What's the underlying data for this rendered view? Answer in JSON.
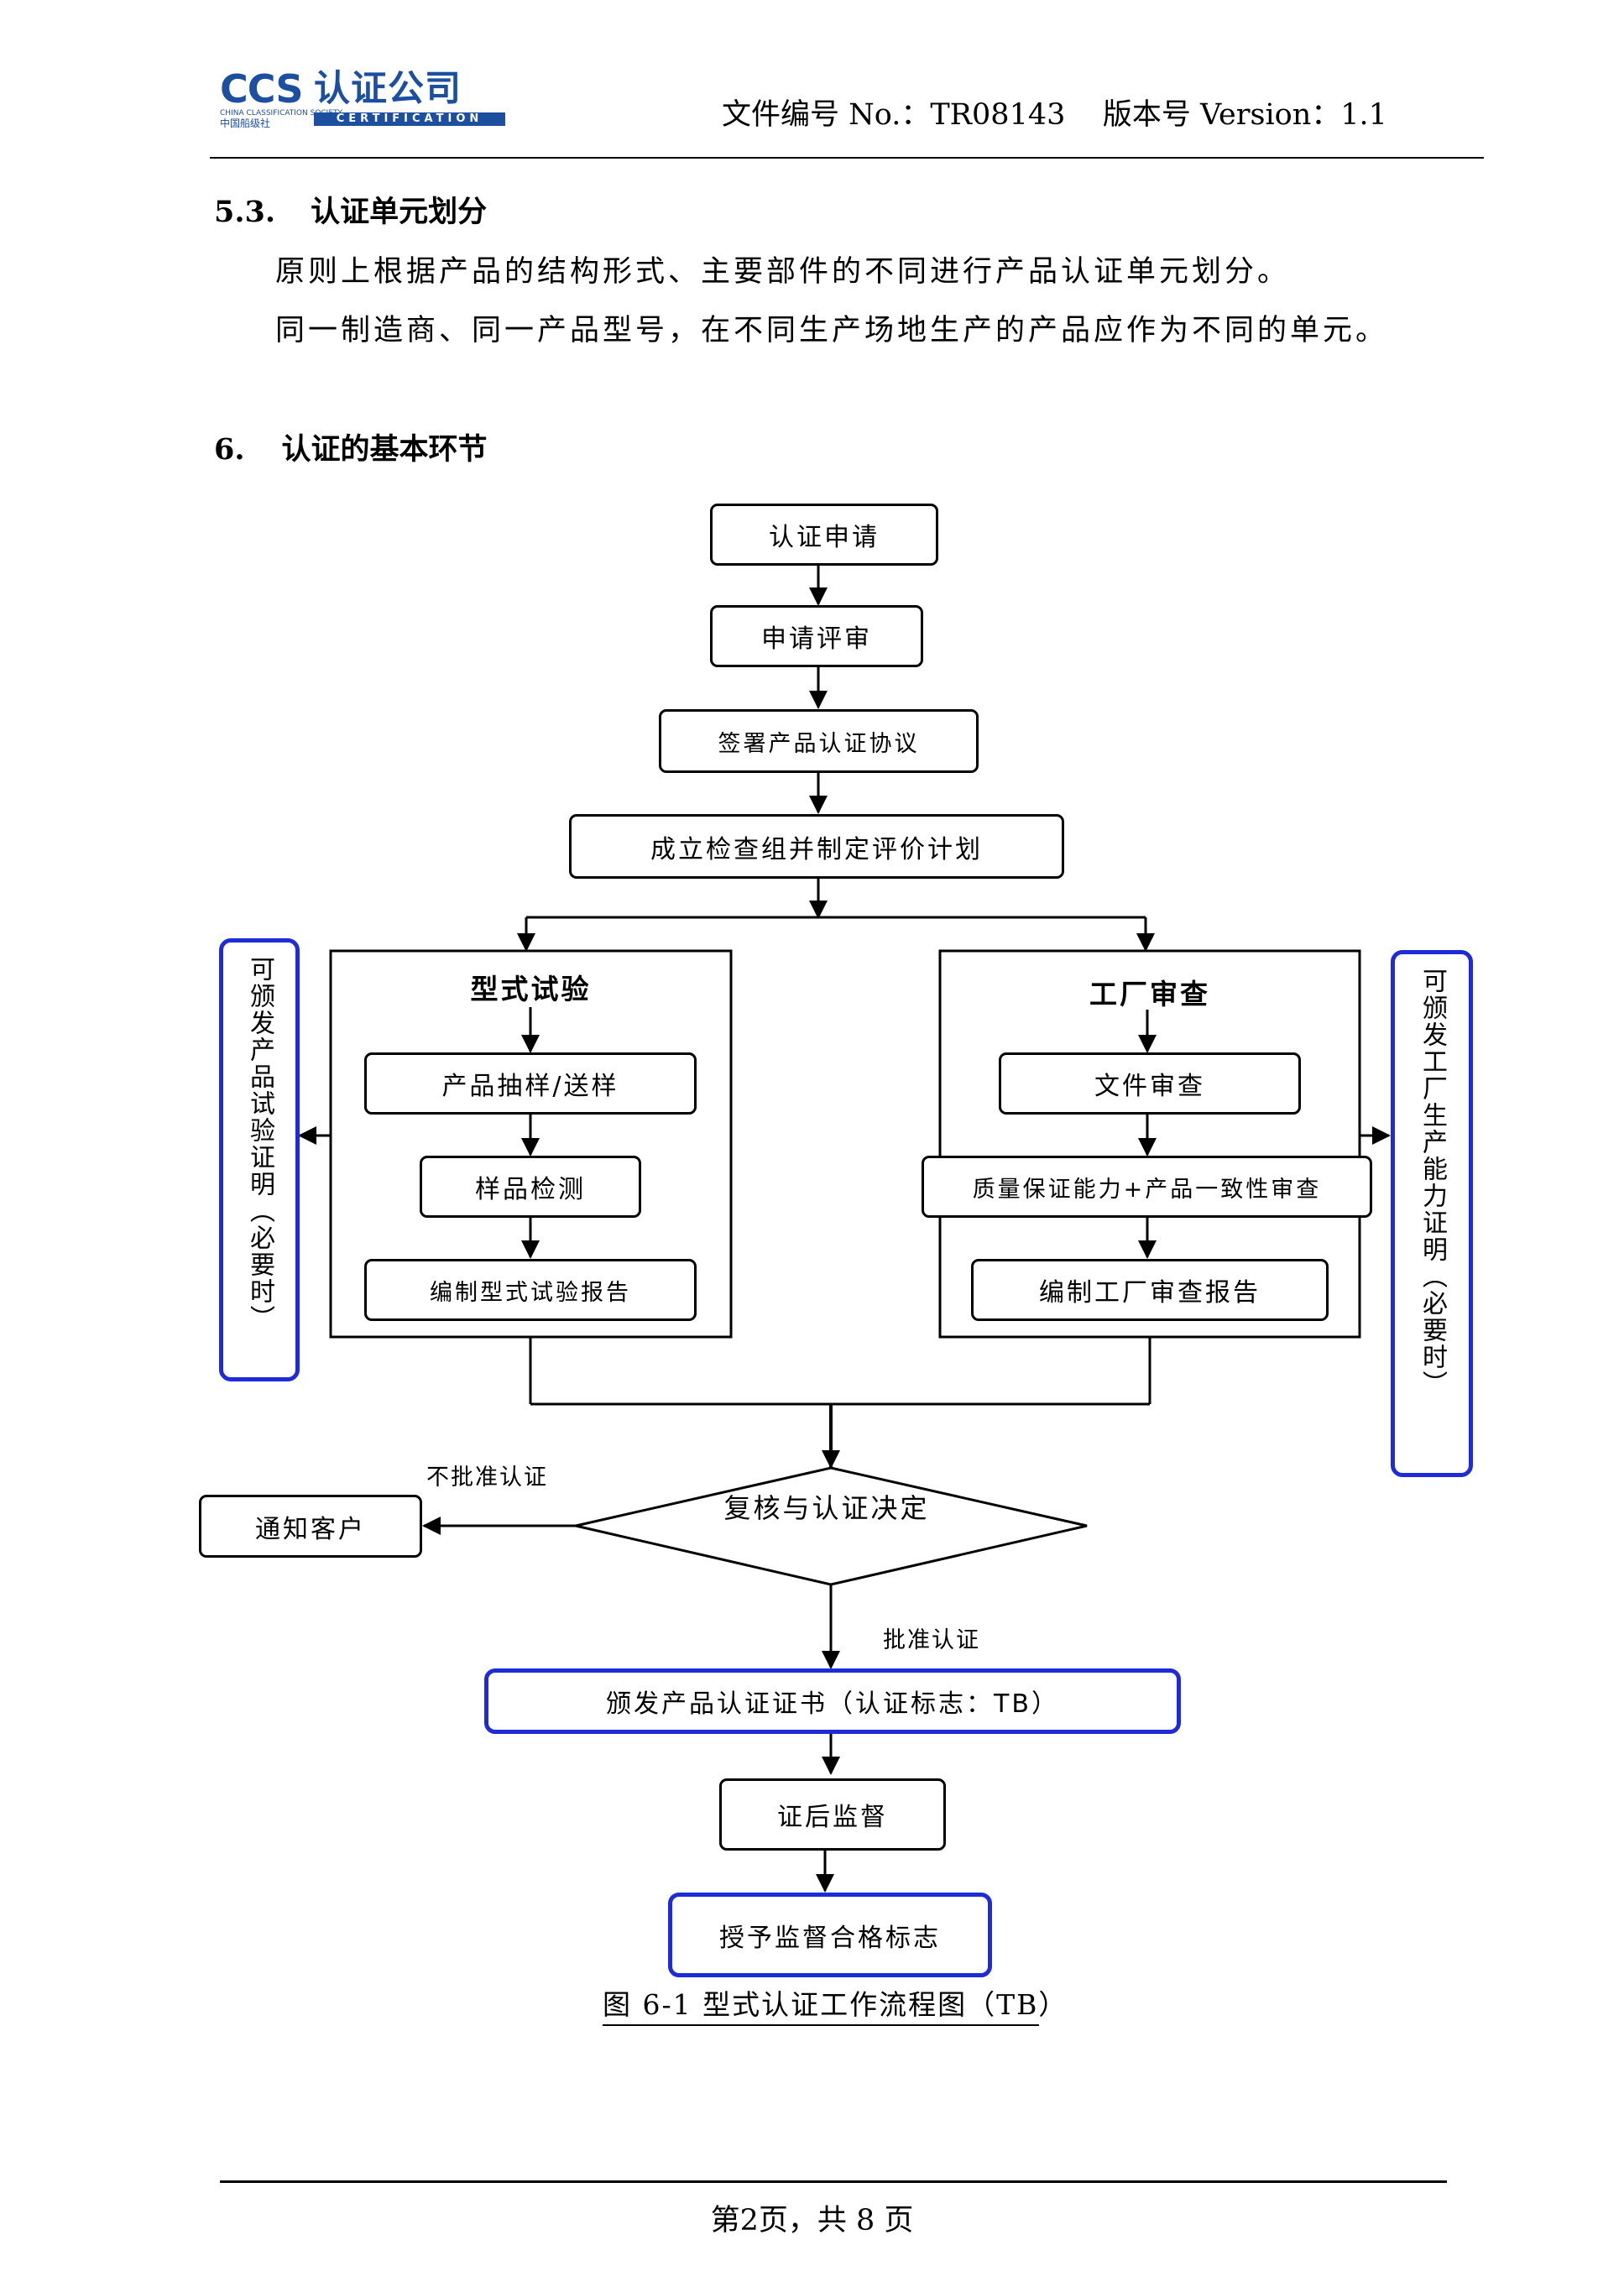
{
  "header": {
    "logo_ccs": "CCS",
    "logo_cn": "认证公司",
    "logo_sub_en": "CHINA CLASSIFICATION SOCIETY",
    "logo_sub_cn": "中国船级社",
    "logo_cert": "CERTIFICATION",
    "doc_info": "文件编号 No.：TR08143    版本号 Version：1.1"
  },
  "section_5_3": {
    "number": "5.3.",
    "title": "认证单元划分",
    "paragraphs": [
      "原则上根据产品的结构形式、主要部件的不同进行产品认证单元划分。",
      "同一制造商、同一产品型号，在不同生产场地生产的产品应作为不同的单元。"
    ]
  },
  "section_6": {
    "number": "6.",
    "title": "认证的基本环节"
  },
  "flowchart": {
    "steps": {
      "apply": "认证申请",
      "review": "申请评审",
      "sign": "签署产品认证协议",
      "plan": "成立检查组并制定评价计划"
    },
    "left_branch": {
      "title": "型式试验",
      "items": [
        "产品抽样/送样",
        "样品检测",
        "编制型式试验报告"
      ]
    },
    "right_branch": {
      "title": "工厂审查",
      "items": [
        "文件审查",
        "质量保证能力+产品一致性审查",
        "编制工厂审查报告"
      ]
    },
    "left_side_note": "可颁发产品试验证明（必要时）",
    "right_side_note": "可颁发工厂生产能力证明（必要时）",
    "decision": "复核与认证决定",
    "reject_label": "不批准认证",
    "notify": "通知客户",
    "approve_label": "批准认证",
    "issue": "颁发产品认证证书（认证标志：TB）",
    "supervise": "证后监督",
    "grant": "授予监督合格标志"
  },
  "caption": "图 6-1  型式认证工作流程图（TB）",
  "footer": "第2页，共 8 页"
}
